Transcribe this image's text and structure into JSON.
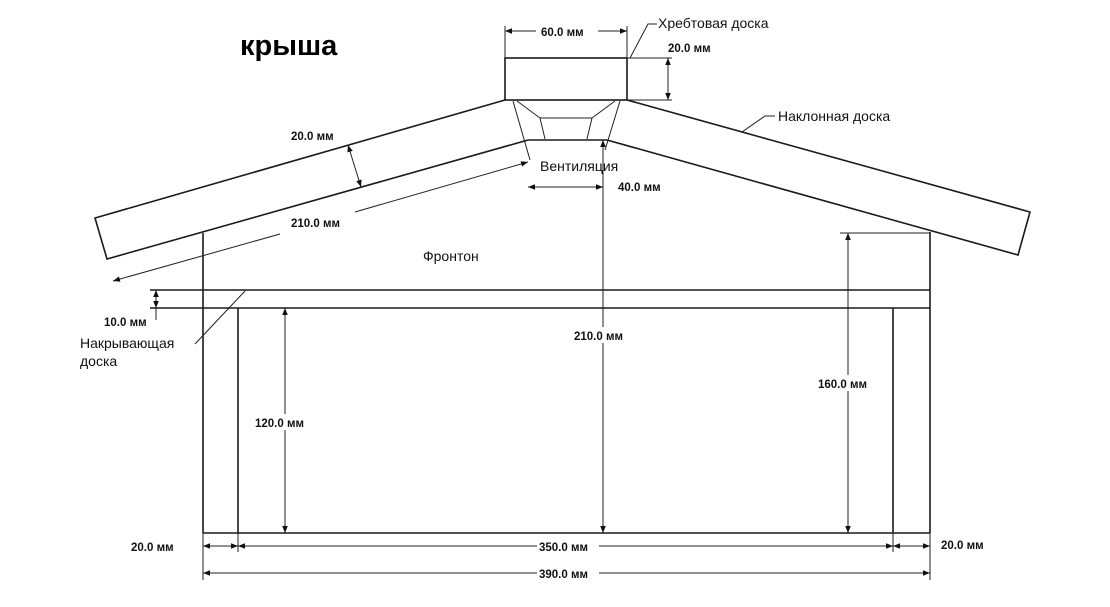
{
  "title": "крыша",
  "labels": {
    "ridge_board": "Хребтовая доска",
    "sloped_board": "Наклонная доска",
    "ventilation": "Вентиляция",
    "gable": "Фронтон",
    "cover_board_line1": "Накрывающая",
    "cover_board_line2": "доска"
  },
  "dimensions": {
    "ridge_width": "60.0 мм",
    "ridge_height": "20.0 мм",
    "rafter_thickness": "20.0 мм",
    "rafter_length": "210.0 мм",
    "vent_half_width": "40.0 мм",
    "cover_board_thickness": "10.0 мм",
    "center_height": "210.0 мм",
    "left_wall_height": "120.0 мм",
    "right_wall_height": "160.0 мм",
    "left_post_width": "20.0 мм",
    "inner_width": "350.0 мм",
    "right_post_width": "20.0 мм",
    "total_width": "390.0 мм"
  }
}
